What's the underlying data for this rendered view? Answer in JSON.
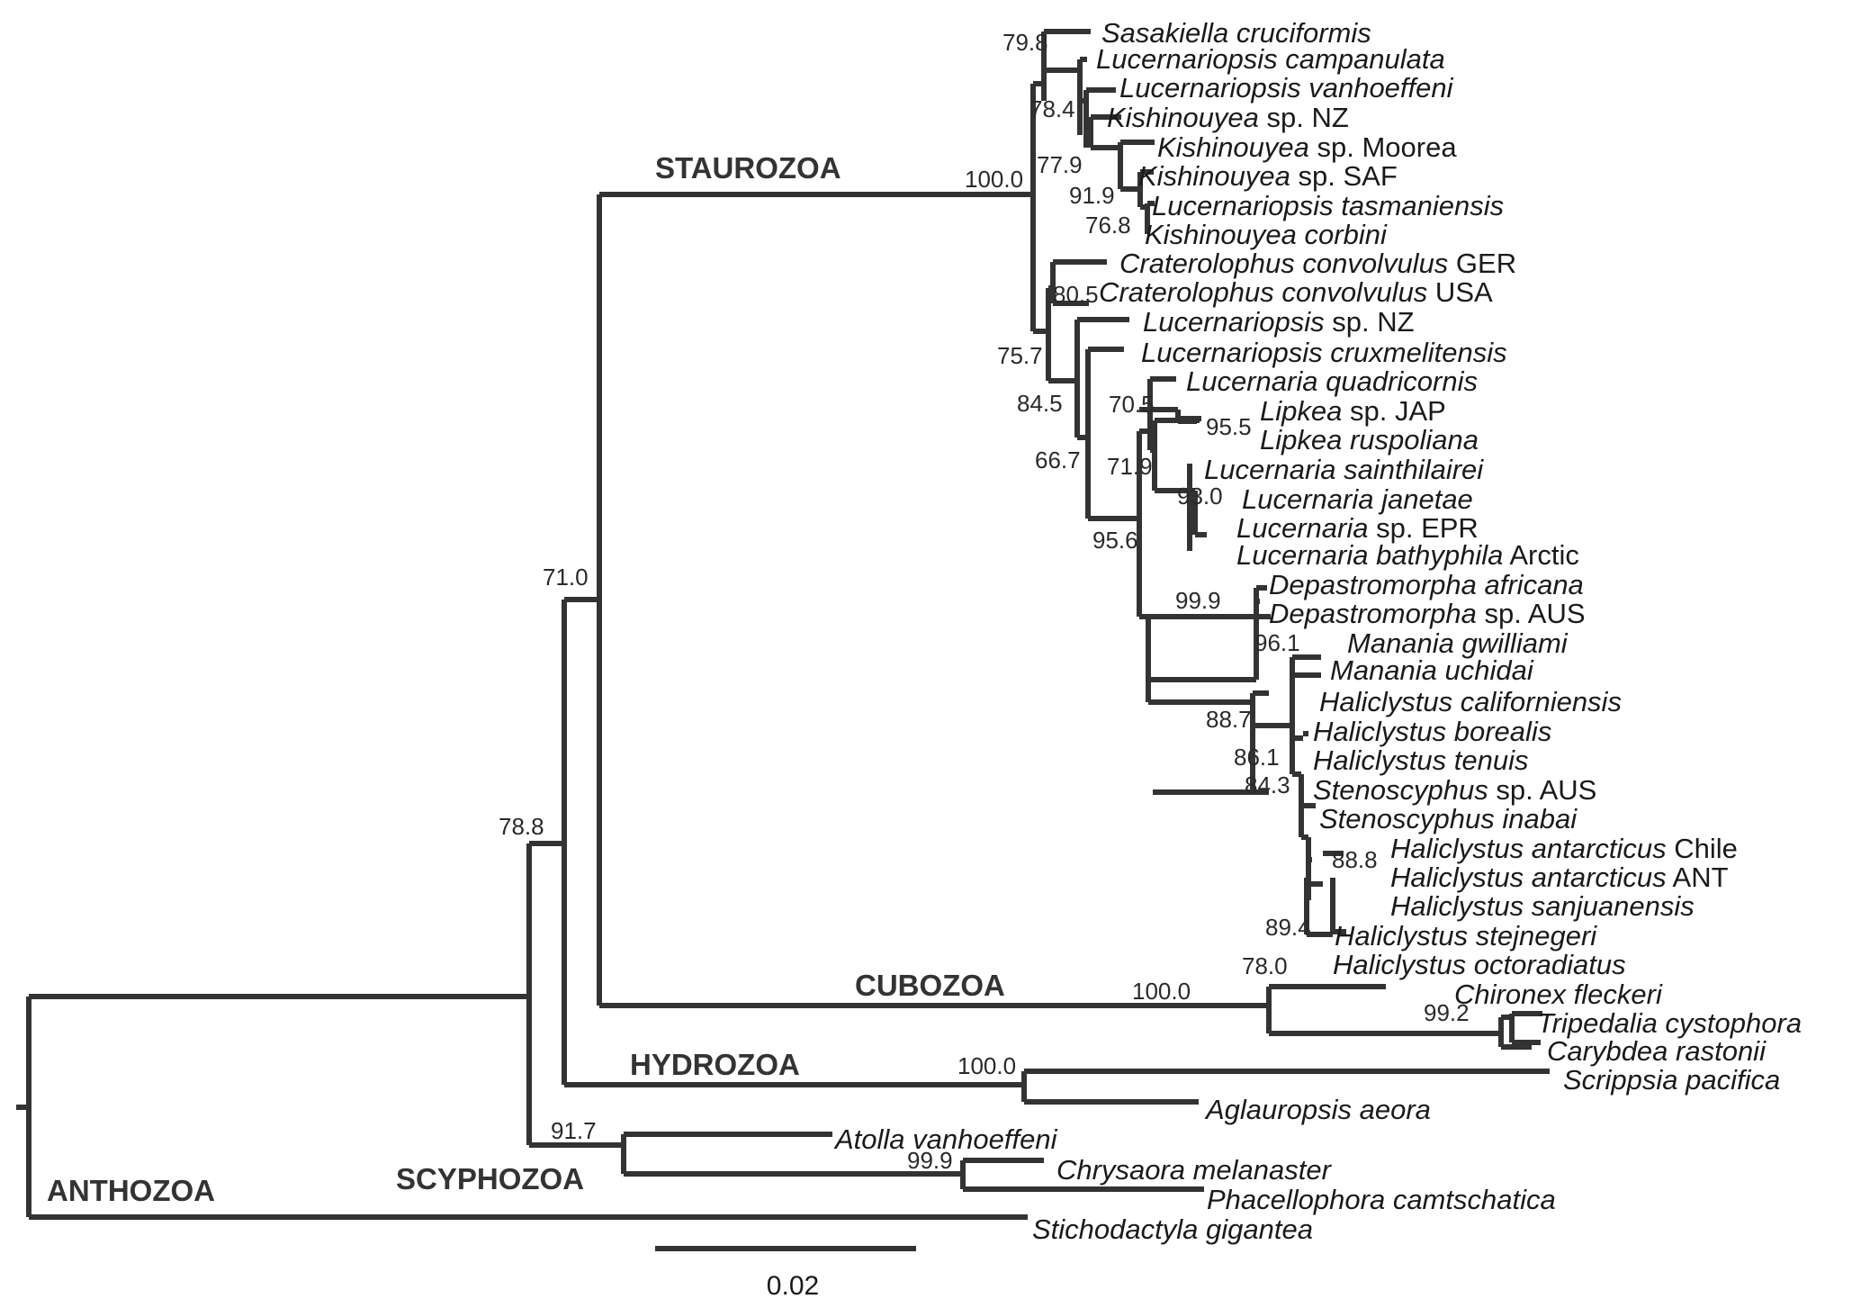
{
  "clades": {
    "staurozoa": "STAUROZOA",
    "cubozoa": "CUBOZOA",
    "hydrozoa": "HYDROZOA",
    "scyphozoa": "SCYPHOZOA",
    "anthozoa": "ANTHOZOA"
  },
  "taxa": [
    {
      "genus": "Sasakiella",
      "rest": " cruciformis",
      "note": ""
    },
    {
      "genus": "Lucernariopsis",
      "rest": " campanulata",
      "note": ""
    },
    {
      "genus": "Lucernariopsis",
      "rest": " vanhoeffeni",
      "note": ""
    },
    {
      "genus": "Kishinouyea",
      "rest": "",
      "note": " sp. NZ"
    },
    {
      "genus": "Kishinouyea",
      "rest": "",
      "note": " sp. Moorea"
    },
    {
      "genus": "Kishinouyea",
      "rest": "",
      "note": " sp. SAF"
    },
    {
      "genus": "Lucernariopsis",
      "rest": " tasmaniensis",
      "note": ""
    },
    {
      "genus": "Kishinouyea",
      "rest": " corbini",
      "note": ""
    },
    {
      "genus": "Craterolophus",
      "rest": " convolvulus",
      "note": " GER"
    },
    {
      "genus": "Craterolophus",
      "rest": " convolvulus",
      "note": " USA"
    },
    {
      "genus": "Lucernariopsis",
      "rest": "",
      "note": " sp. NZ"
    },
    {
      "genus": "Lucernariopsis",
      "rest": " cruxmelitensis",
      "note": ""
    },
    {
      "genus": "Lucernaria",
      "rest": " quadricornis",
      "note": ""
    },
    {
      "genus": "Lipkea",
      "rest": "",
      "note": " sp. JAP"
    },
    {
      "genus": "Lipkea",
      "rest": " ruspoliana",
      "note": ""
    },
    {
      "genus": "Lucernaria",
      "rest": " sainthilairei",
      "note": ""
    },
    {
      "genus": "Lucernaria",
      "rest": " janetae",
      "note": ""
    },
    {
      "genus": "Lucernaria",
      "rest": "",
      "note": " sp. EPR"
    },
    {
      "genus": "Lucernaria",
      "rest": " bathyphila",
      "note": " Arctic"
    },
    {
      "genus": "Depastromorpha",
      "rest": " africana",
      "note": ""
    },
    {
      "genus": "Depastromorpha",
      "rest": "",
      "note": " sp. AUS"
    },
    {
      "genus": "Manania",
      "rest": " gwilliami",
      "note": ""
    },
    {
      "genus": "Manania",
      "rest": " uchidai",
      "note": ""
    },
    {
      "genus": "Haliclystus",
      "rest": " californiensis",
      "note": ""
    },
    {
      "genus": "Haliclystus",
      "rest": " borealis",
      "note": ""
    },
    {
      "genus": "Haliclystus",
      "rest": " tenuis",
      "note": ""
    },
    {
      "genus": "Stenoscyphus",
      "rest": "",
      "note": " sp. AUS"
    },
    {
      "genus": "Stenoscyphus",
      "rest": " inabai",
      "note": ""
    },
    {
      "genus": "Haliclystus",
      "rest": " antarcticus",
      "note": " Chile"
    },
    {
      "genus": "Haliclystus",
      "rest": " antarcticus",
      "note": " ANT"
    },
    {
      "genus": "Haliclystus",
      "rest": " sanjuanensis",
      "note": ""
    },
    {
      "genus": "Haliclystus",
      "rest": " stejnegeri",
      "note": ""
    },
    {
      "genus": "Haliclystus",
      "rest": " octoradiatus",
      "note": ""
    },
    {
      "genus": "Chironex",
      "rest": " fleckeri",
      "note": ""
    },
    {
      "genus": "Tripedalia",
      "rest": " cystophora",
      "note": ""
    },
    {
      "genus": "Carybdea",
      "rest": " rastonii",
      "note": ""
    },
    {
      "genus": "Scrippsia",
      "rest": " pacifica",
      "note": ""
    },
    {
      "genus": "Aglauropsis",
      "rest": " aeora",
      "note": ""
    },
    {
      "genus": "Atolla",
      "rest": " vanhoeffeni",
      "note": ""
    },
    {
      "genus": "Chrysaora",
      "rest": " melanaster",
      "note": ""
    },
    {
      "genus": "Phacellophora",
      "rest": " camtschatica",
      "note": ""
    },
    {
      "genus": "Stichodactyla",
      "rest": " gigantea",
      "note": ""
    }
  ],
  "support": [
    "79.8",
    "78.4",
    "77.9",
    "91.9",
    "76.8",
    "100.0",
    "80.5",
    "75.7",
    "84.5",
    "66.7",
    "70.5",
    "95.5",
    "71.9",
    "93.0",
    "95.6",
    "99.9",
    "96.1",
    "88.7",
    "86.1",
    "84.3",
    "88.8",
    "89.4",
    "78.0",
    "71.0",
    "78.8",
    "100.0",
    "99.2",
    "100.0",
    "91.7",
    "99.9"
  ],
  "scale_bar": {
    "label": "0.02",
    "length": 0.02
  }
}
